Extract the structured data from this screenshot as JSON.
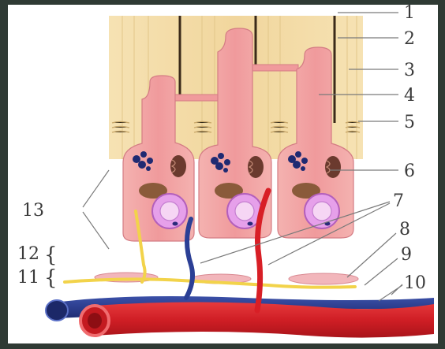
{
  "labels": {
    "l1": "1",
    "l2": "2",
    "l3": "3",
    "l4": "4",
    "l5": "5",
    "l6": "6",
    "l7": "7",
    "l8": "8",
    "l9": "9",
    "l10": "10",
    "l11": "11",
    "l12": "12",
    "l13": "13"
  },
  "colors": {
    "background_border": "#2f3a34",
    "cytoplasm": "#f0a7a7",
    "cytoplasm_edge": "#d97f86",
    "nucleus": "#e9a0ea",
    "nucleus_inner": "#f7d7f5",
    "vein": "#2b3f95",
    "artery": "#d81f26",
    "nerve": "#f2d34a",
    "lamellar_bundle": "#f3dca6"
  }
}
